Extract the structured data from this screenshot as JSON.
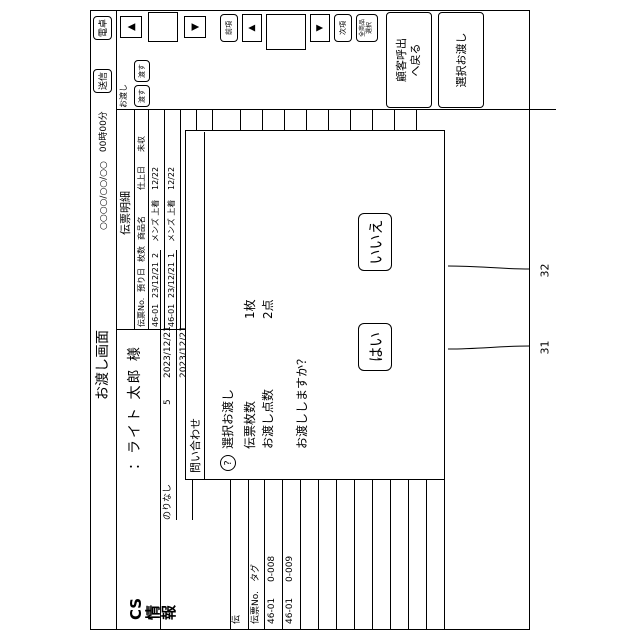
{
  "header": {
    "title": "お渡し画面",
    "datetime": "○○○○/○○/○○　00時00分",
    "mail_button": "電卓",
    "send_button": "送信"
  },
  "customer": {
    "label_lines": [
      "CS",
      "情",
      "報"
    ],
    "name": "：ライト 太郎 様",
    "fields": [
      {
        "label": "のりなし",
        "value": "5",
        "date": "2023/12/21"
      },
      {
        "label": "",
        "value": "",
        "date": "2023/12/21"
      }
    ]
  },
  "left_table": {
    "headers": [
      "伝票No.",
      "タグ"
    ],
    "rows": [
      [
        "46-01",
        "0-008"
      ],
      [
        "46-01",
        "0-009"
      ]
    ],
    "partial_label": "伝"
  },
  "detail": {
    "title": "伝票明細",
    "headers": [
      "伝票No.",
      "預り日",
      "枚数",
      "商品名",
      "仕上日",
      "未収"
    ],
    "rows": [
      [
        "46-01",
        "23/12/21",
        "2",
        "メンズ 上着",
        "12/22",
        ""
      ],
      [
        "46-01",
        "23/12/21",
        "1",
        "メンズ 上着",
        "12/22",
        ""
      ]
    ]
  },
  "side": {
    "handover_header": "お渡し",
    "row_buttons": [
      "渡す",
      "渡す"
    ],
    "prev_item": "前項",
    "next_item": "次項",
    "select_all_lines": [
      "全商品",
      "選択"
    ],
    "up_arrow": "▲",
    "down_arrow": "▼",
    "select_handover": "選択お渡し",
    "return_lines": [
      "顧客呼出",
      "へ戻る"
    ]
  },
  "dialog": {
    "title": "問い合わせ",
    "icon_glyph": "?",
    "subject": "選択お渡し",
    "lines": [
      {
        "label": "伝票枚数",
        "value": "1枚"
      },
      {
        "label": "お渡し点数",
        "value": "2点"
      }
    ],
    "question": "お渡ししますか？",
    "yes_label": "はい",
    "no_label": "いいえ"
  },
  "refs": {
    "yes": "31",
    "no": "32"
  }
}
